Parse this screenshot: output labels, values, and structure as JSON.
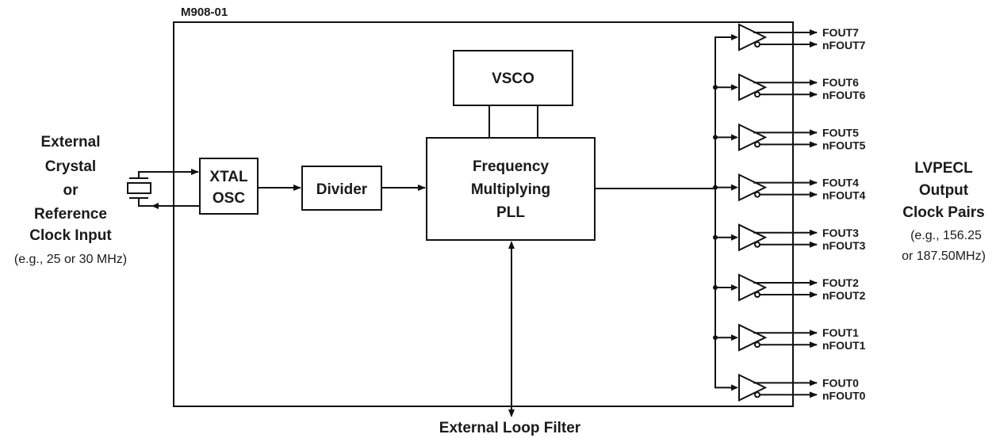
{
  "chip": {
    "part_number": "M908-01"
  },
  "input": {
    "label_lines": [
      "External",
      "Crystal",
      "or",
      "Reference",
      "Clock Input"
    ],
    "note": "(e.g., 25 or 30 MHz)"
  },
  "blocks": {
    "xtal_osc": [
      "XTAL",
      "OSC"
    ],
    "divider": "Divider",
    "vsco": "VSCO",
    "pll": [
      "Frequency",
      "Multiplying",
      "PLL"
    ]
  },
  "loop_filter": {
    "label": "External Loop Filter"
  },
  "outputs": [
    {
      "pos": "FOUT7",
      "neg": "nFOUT7"
    },
    {
      "pos": "FOUT6",
      "neg": "nFOUT6"
    },
    {
      "pos": "FOUT5",
      "neg": "nFOUT5"
    },
    {
      "pos": "FOUT4",
      "neg": "nFOUT4"
    },
    {
      "pos": "FOUT3",
      "neg": "nFOUT3"
    },
    {
      "pos": "FOUT2",
      "neg": "nFOUT2"
    },
    {
      "pos": "FOUT1",
      "neg": "nFOUT1"
    },
    {
      "pos": "FOUT0",
      "neg": "nFOUT0"
    }
  ],
  "output_desc": {
    "label_lines": [
      "LVPECL",
      "Output",
      "Clock Pairs"
    ],
    "note_lines": [
      "(e.g., 156.25",
      "or 187.50MHz)"
    ]
  }
}
